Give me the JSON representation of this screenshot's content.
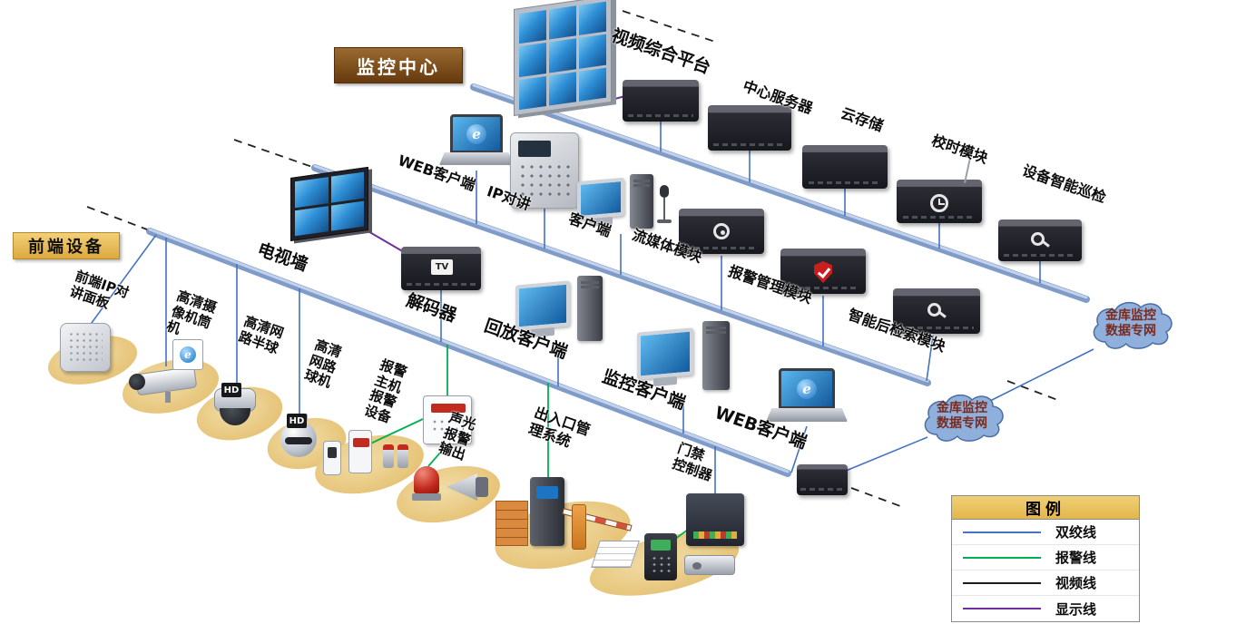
{
  "titles": {
    "monitoring_center": "监控中心",
    "frontend_devices": "前端设备"
  },
  "nodes": {
    "video_platform": "视频综合平台",
    "central_server": "中心服务器",
    "cloud_storage": "云存储",
    "time_module": "校时模块",
    "device_inspection": "设备智能巡检",
    "web_client_top": "WEB客户端",
    "ip_intercom": "IP对讲",
    "client": "客户端",
    "streaming_module": "流媒体模块",
    "alarm_mgmt_module": "报警管理模块",
    "retrieval_module": "智能后检索模块",
    "tv_wall": "电视墙",
    "decoder": "解码器",
    "playback_client": "回放客户端",
    "monitoring_client": "监控客户端",
    "web_client_bottom": "WEB客户端",
    "vault_network_top": "金库监控\n数据专网",
    "vault_network_bottom": "金库监控\n数据专网",
    "fe_intercom_panel": "前端IP对\n讲面板",
    "fe_bullet_camera": "高清摄\n像机筒\n机",
    "fe_half_dome": "高清网\n路半球",
    "fe_dome_camera": "高清\n网路\n球机",
    "fe_alarm_host": "报警\n主机\n报警\n设备",
    "fe_sound_light": "声光\n报警\n输出",
    "fe_entrance_system": "出入口管\n理系统",
    "fe_access_controller": "门禁\n控制器"
  },
  "badges": {
    "hd": "HD",
    "tv": "TV",
    "browser": "e"
  },
  "legend": {
    "title": "图例",
    "items": [
      {
        "label": "双绞线",
        "color": "#4472C4"
      },
      {
        "label": "报警线",
        "color": "#00B050"
      },
      {
        "label": "视频线",
        "color": "#1a1a1a"
      },
      {
        "label": "显示线",
        "color": "#7030A0"
      }
    ]
  },
  "colors": {
    "bus": "#7F9CC9",
    "bus_highlight": "#C3D2EA",
    "cloud_fill": "#8FB0DD",
    "cloud_text": "#7a2b1e"
  }
}
